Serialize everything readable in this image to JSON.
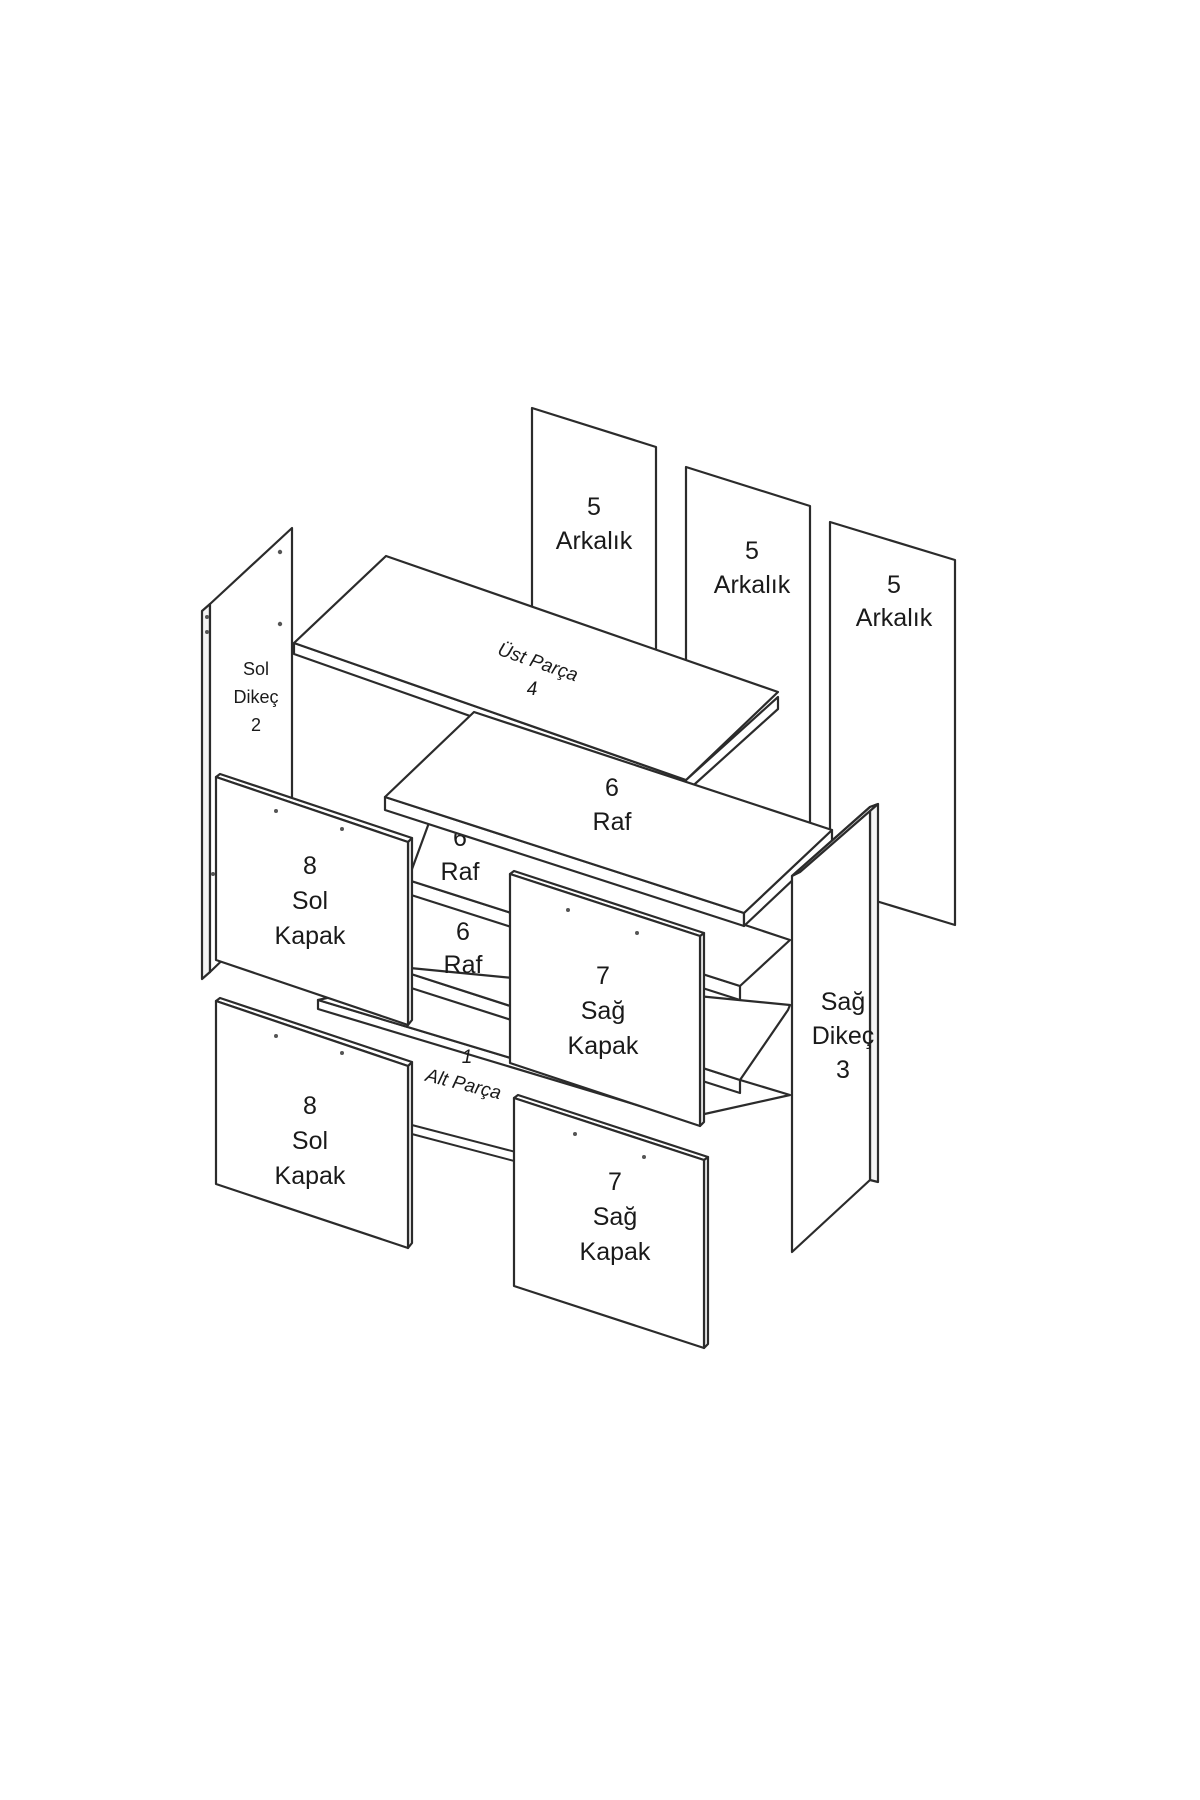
{
  "parts": {
    "back_left": {
      "number": "5",
      "name": "Arkalık"
    },
    "back_middle": {
      "number": "5",
      "name": "Arkalık"
    },
    "back_right": {
      "number": "5",
      "name": "Arkalık"
    },
    "top": {
      "name": "Üst Parça",
      "number": "4"
    },
    "left_side": {
      "line1": "Sol",
      "line2": "Dikeç",
      "number": "2"
    },
    "right_side": {
      "line1": "Sağ",
      "line2": "Dikeç",
      "number": "3"
    },
    "shelf_main": {
      "number": "6",
      "name": "Raf"
    },
    "shelf_upper": {
      "number": "6",
      "name": "Raf"
    },
    "shelf_lower": {
      "number": "6",
      "name": "Raf"
    },
    "bottom": {
      "number": "1",
      "name": "Alt Parça"
    },
    "door_left_upper": {
      "number": "8",
      "line1": "Sol",
      "line2": "Kapak"
    },
    "door_left_lower": {
      "number": "8",
      "line1": "Sol",
      "line2": "Kapak"
    },
    "door_right_upper": {
      "number": "7",
      "line1": "Sağ",
      "line2": "Kapak"
    },
    "door_right_lower": {
      "number": "7",
      "line1": "Sağ",
      "line2": "Kapak"
    }
  }
}
